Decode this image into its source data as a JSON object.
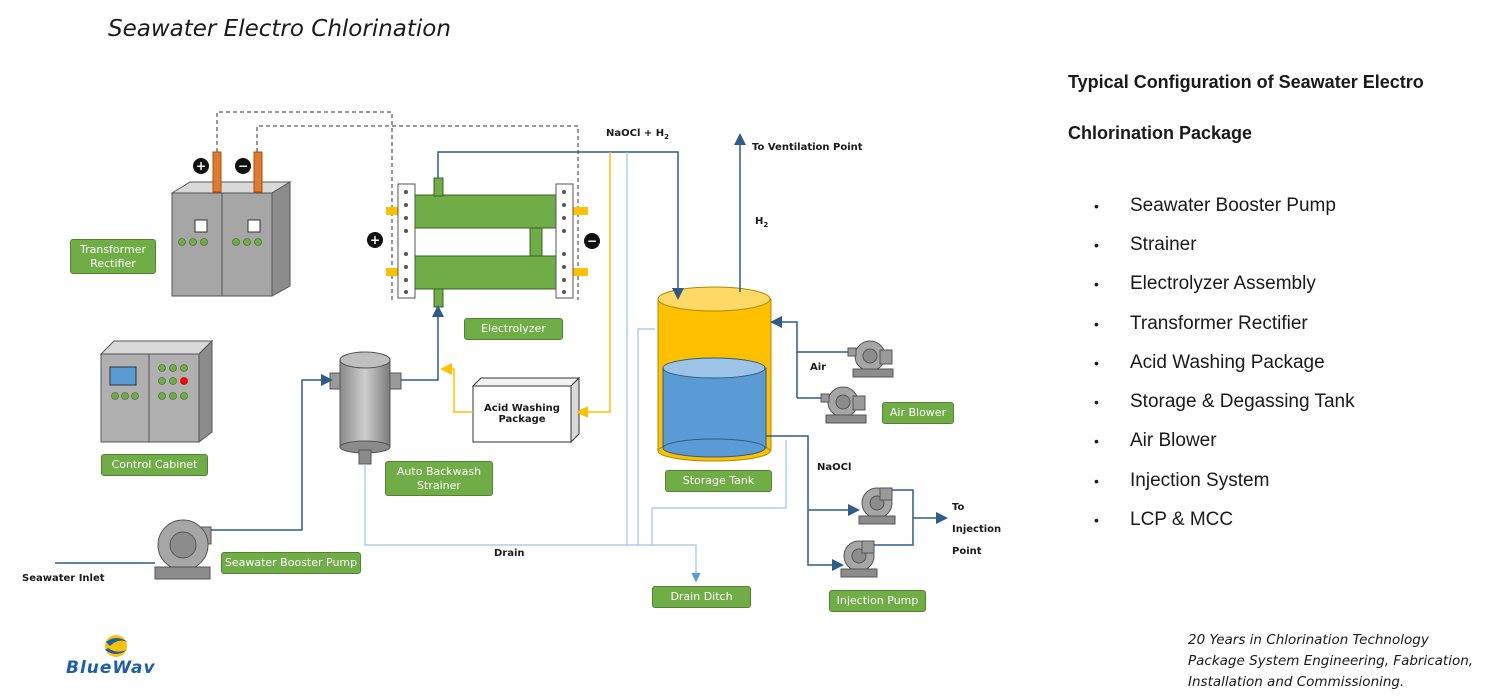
{
  "title": "Seawater Electro Chlorination",
  "side_panel": {
    "heading_line1": "Typical Configuration of Seawater Electro",
    "heading_line2": "Chlorination Package",
    "items": [
      "Seawater Booster Pump",
      "Strainer",
      "Electrolyzer Assembly",
      "Transformer Rectifier",
      "Acid Washing Package",
      "Storage & Degassing Tank",
      "Air Blower",
      "Injection System",
      "LCP & MCC"
    ]
  },
  "tagline": {
    "line1": "20 Years in Chlorination Technology",
    "line2": "Package System Engineering, Fabrication,",
    "line3": "Installation and Commissioning."
  },
  "logo": {
    "text": "BlueWav"
  },
  "components": {
    "transformer_rectifier": "Transformer Rectifier",
    "control_cabinet": "Control Cabinet",
    "electrolyzer": "Electrolyzer",
    "auto_backwash_strainer": "Auto Backwash Strainer",
    "acid_washing_package": "Acid Washing Package",
    "storage_tank": "Storage Tank",
    "air_blower": "Air Blower",
    "seawater_booster_pump": "Seawater Booster Pump",
    "drain_ditch": "Drain Ditch",
    "injection_pump": "Injection Pump"
  },
  "flow_labels": {
    "naocl_h2": "NaOCl + H",
    "naocl_h2_sub": "2",
    "to_ventilation": "To Ventilation Point",
    "h2": "H",
    "h2_sub": "2",
    "air": "Air",
    "naocl": "NaOCl",
    "to_injection_1": "To",
    "to_injection_2": "Injection",
    "to_injection_3": "Point",
    "drain": "Drain",
    "seawater_inlet": "Seawater Inlet"
  },
  "polarity": {
    "plus": "+",
    "minus": "−"
  },
  "colors": {
    "green": "#70ad47",
    "tank_yellow": "#ffc000",
    "tank_blue": "#5b9bd5",
    "pipe_blue": "#2e5c8a",
    "acid_line": "#ffc000",
    "drain_line": "#9dc3e6",
    "electrode": "#e07a2c"
  }
}
